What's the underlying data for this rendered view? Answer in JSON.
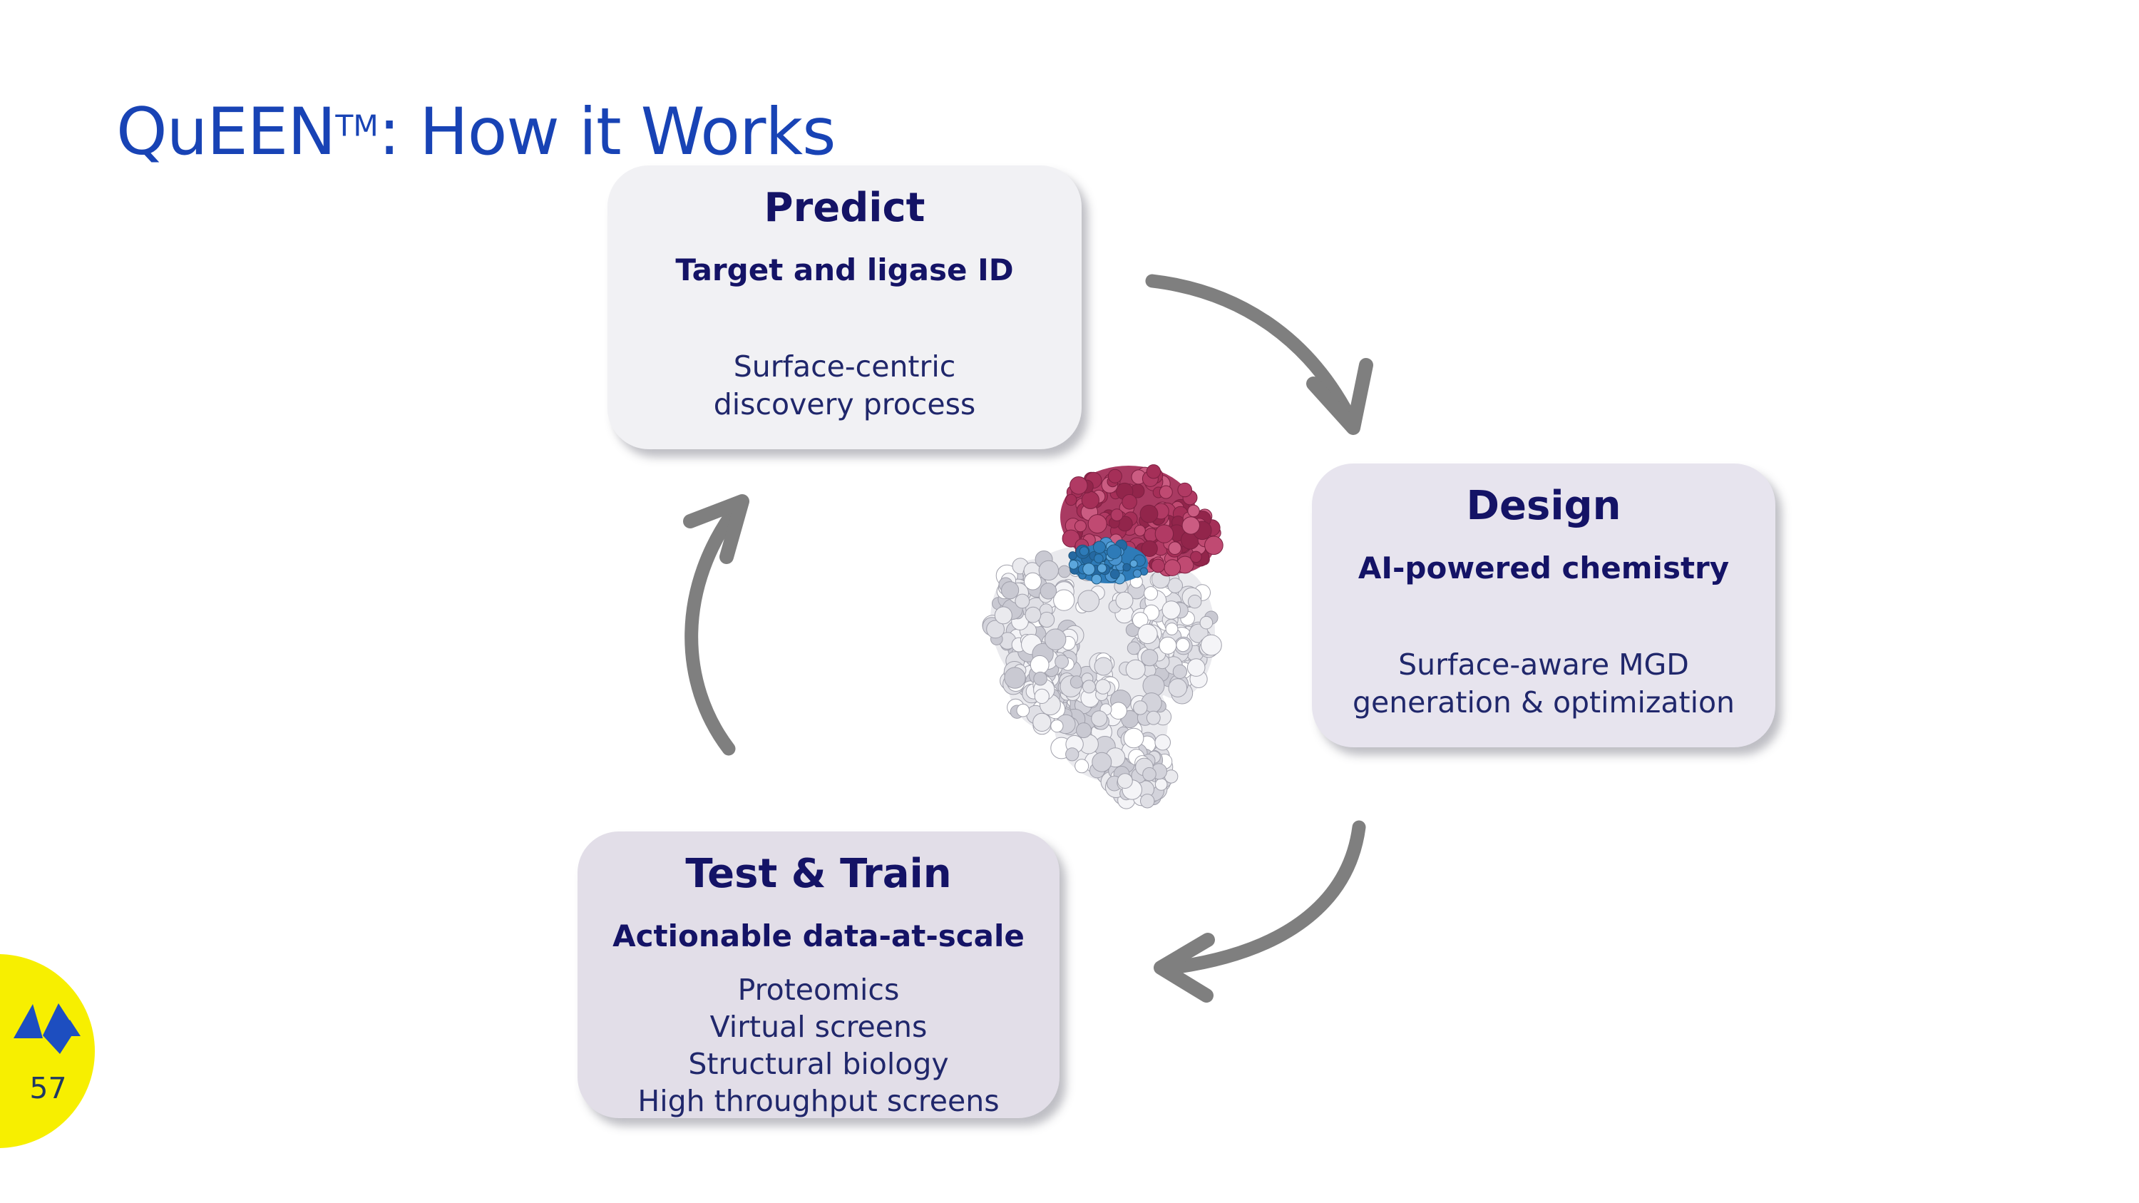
{
  "slide": {
    "title": {
      "product": "QuEEN",
      "trademark": "TM",
      "suffix": ": How it Works"
    },
    "page_number": "57"
  },
  "cycle": {
    "cards": [
      {
        "id": "predict",
        "title": "Predict",
        "subtitle": "Target and ligase ID",
        "body": [
          "Surface-centric",
          "discovery process"
        ]
      },
      {
        "id": "design",
        "title": "Design",
        "subtitle": "AI-powered chemistry",
        "body": [
          "Surface-aware MGD",
          "generation & optimization"
        ]
      },
      {
        "id": "test-train",
        "title": "Test & Train",
        "subtitle": "Actionable data-at-scale",
        "body": [
          "Proteomics",
          "Virtual screens",
          "Structural biology",
          "High throughput screens"
        ]
      }
    ],
    "flow": "Predict -> Design -> Test & Train -> Predict (clockwise cycle)"
  },
  "colors": {
    "title_blue": "#1843B5",
    "heading_navy": "#141366",
    "body_navy": "#20276B",
    "arrow_gray": "#7F7F7F",
    "card_predict_bg": "#F1F1F4",
    "card_design_bg": "#E7E4EE",
    "card_test_bg": "#E2DEE8",
    "footer_yellow": "#F7EF00",
    "logo_blue": "#1D4EC0",
    "page_number_navy": "#1F3864",
    "protein_gray": "#EAEAEE",
    "protein_crimson": "#A93A62",
    "protein_glue_blue": "#2E7BB8"
  }
}
